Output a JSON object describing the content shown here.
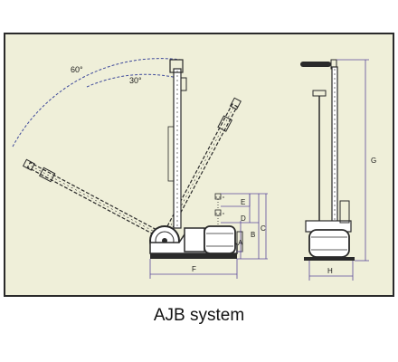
{
  "caption": "AJB system",
  "angles": {
    "wide": "60°",
    "narrow": "30°"
  },
  "dimensions": [
    "A",
    "B",
    "C",
    "D",
    "E",
    "F",
    "G",
    "H"
  ],
  "colors": {
    "panel": "#efefd9",
    "ink": "#2a2a2a",
    "dimension_line": "#5b4a9b",
    "arc": "#3f4a9b"
  }
}
